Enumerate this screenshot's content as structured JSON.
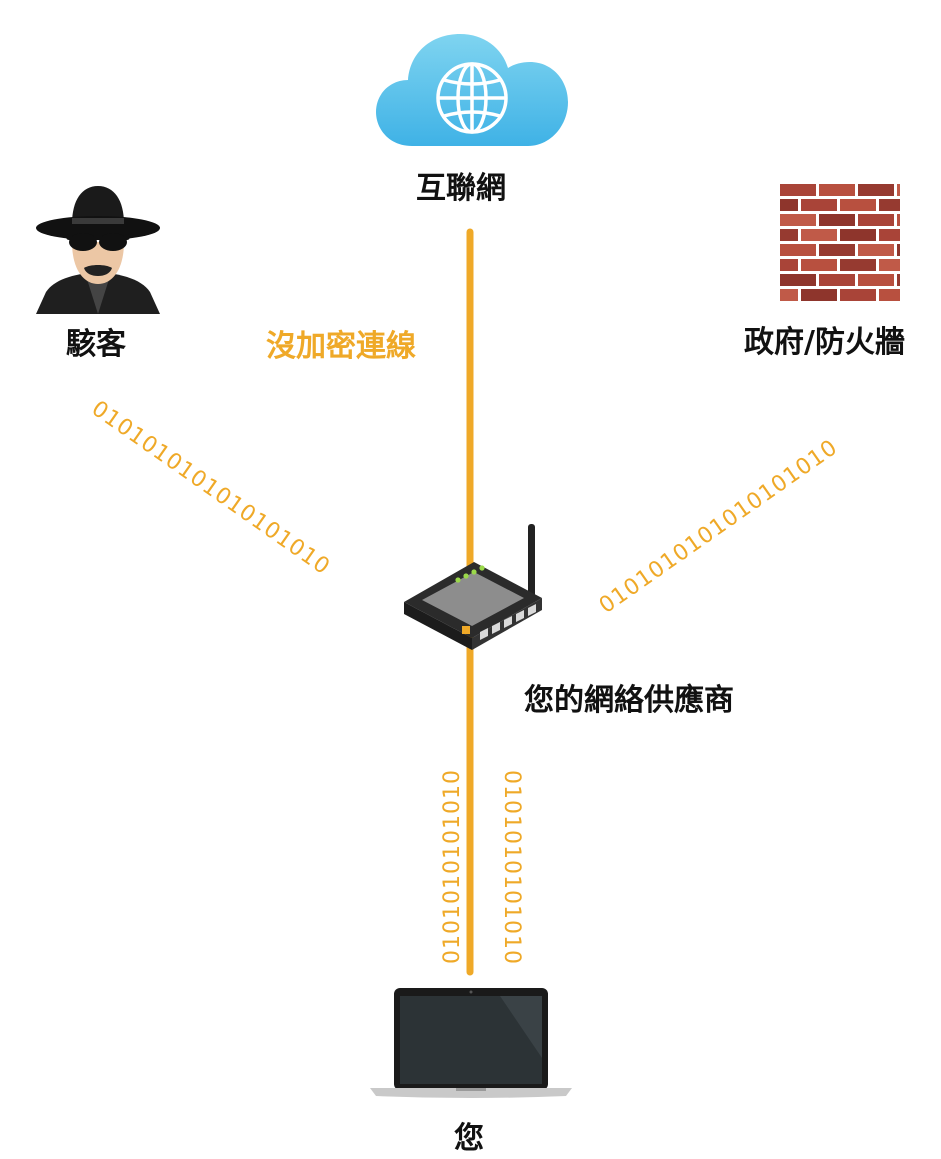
{
  "colors": {
    "line": "#efa928",
    "binary": "#efa928",
    "text": "#111111",
    "cloud": "#5cc0e8",
    "brick": "#a94438",
    "mortar": "#ffffff"
  },
  "nodes": {
    "internet": {
      "label": "互聯網",
      "icon": "cloud-globe-icon"
    },
    "hacker": {
      "label": "駭客",
      "icon": "hacker-icon"
    },
    "firewall": {
      "label": "政府/防火牆",
      "icon": "brick-wall-icon"
    },
    "isp": {
      "label": "您的網絡供應商",
      "icon": "router-icon"
    },
    "you": {
      "label": "您",
      "icon": "laptop-icon"
    }
  },
  "connection": {
    "label": "沒加密連線"
  },
  "binary_streams": {
    "hacker_link": "0101010101010101010",
    "firewall_link": "0101010101010101010",
    "user_link_left": "0101010101010",
    "user_link_right": "0101010101010"
  }
}
